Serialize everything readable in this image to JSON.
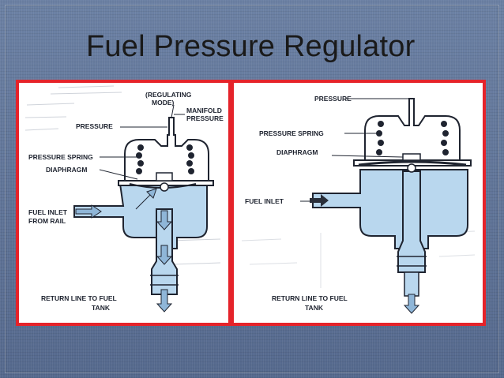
{
  "slide": {
    "title": "Fuel Pressure Regulator"
  },
  "left_diagram": {
    "labels": {
      "regulating_mode_1": "(REGULATING",
      "regulating_mode_2": "MODE)",
      "manifold_pressure_1": "MANIFOLD",
      "manifold_pressure_2": "PRESSURE",
      "pressure": "PRESSURE",
      "pressure_spring": "PRESSURE SPRING",
      "diaphragm": "DIAPHRAGM",
      "fuel_inlet_1": "FUEL INLET",
      "fuel_inlet_2": "FROM RAIL",
      "return_line_1": "RETURN LINE TO FUEL",
      "return_line_2": "TANK"
    }
  },
  "right_diagram": {
    "labels": {
      "pressure": "PRESSURE",
      "pressure_spring": "PRESSURE SPRING",
      "diaphragm": "DIAPHRAGM",
      "fuel_inlet": "FUEL INLET",
      "return_line_1": "RETURN LINE TO FUEL",
      "return_line_2": "TANK"
    }
  },
  "colors": {
    "frame": "#e5232a",
    "fuel": "#b9d7ee",
    "arrow": "#8fb6d8",
    "background": "#5d7397"
  }
}
